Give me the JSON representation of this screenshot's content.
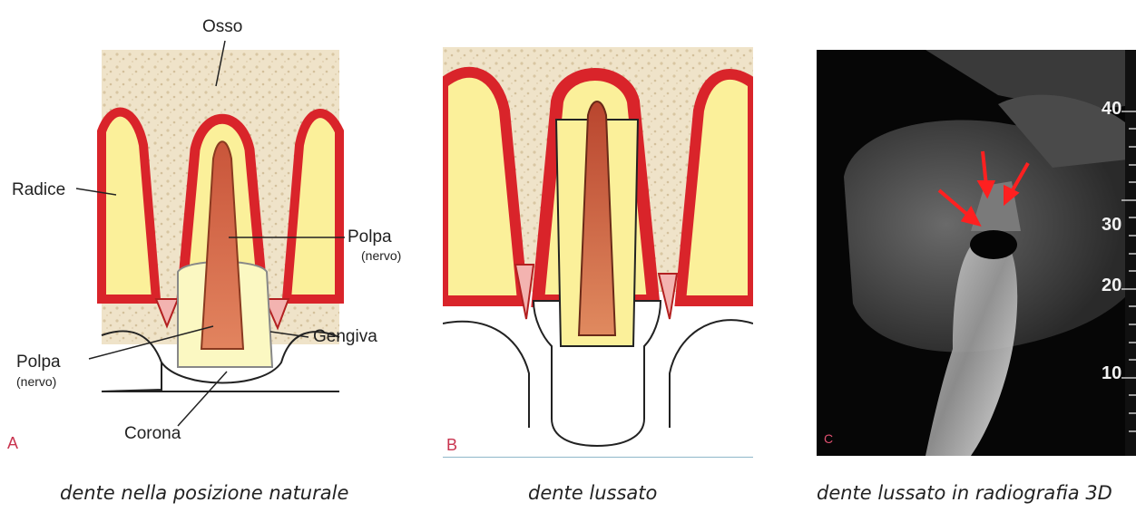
{
  "panel_a": {
    "letter": "A",
    "labels": {
      "osso": "Osso",
      "radice": "Radice",
      "polpa_right": "Polpa",
      "nervo_right": "(nervo)",
      "polpa_left": "Polpa",
      "nervo_left": "(nervo)",
      "gengiva": "Gengiva",
      "corona": "Corona"
    },
    "caption": "dente nella posizione naturale"
  },
  "panel_b": {
    "letter": "B",
    "caption": "dente lussato"
  },
  "panel_c": {
    "letter": "C",
    "ruler": [
      "40",
      "30",
      "20",
      "10"
    ],
    "caption": "dente lussato in radiografia 3D"
  },
  "colors": {
    "bone": "#efe3c9",
    "root": "#fbf09a",
    "ligament": "#d9242a",
    "pulp": "#d86b4a",
    "gum": "#f3b3b0",
    "letter_accent": "#c9344f",
    "arrow": "#ff2020"
  }
}
